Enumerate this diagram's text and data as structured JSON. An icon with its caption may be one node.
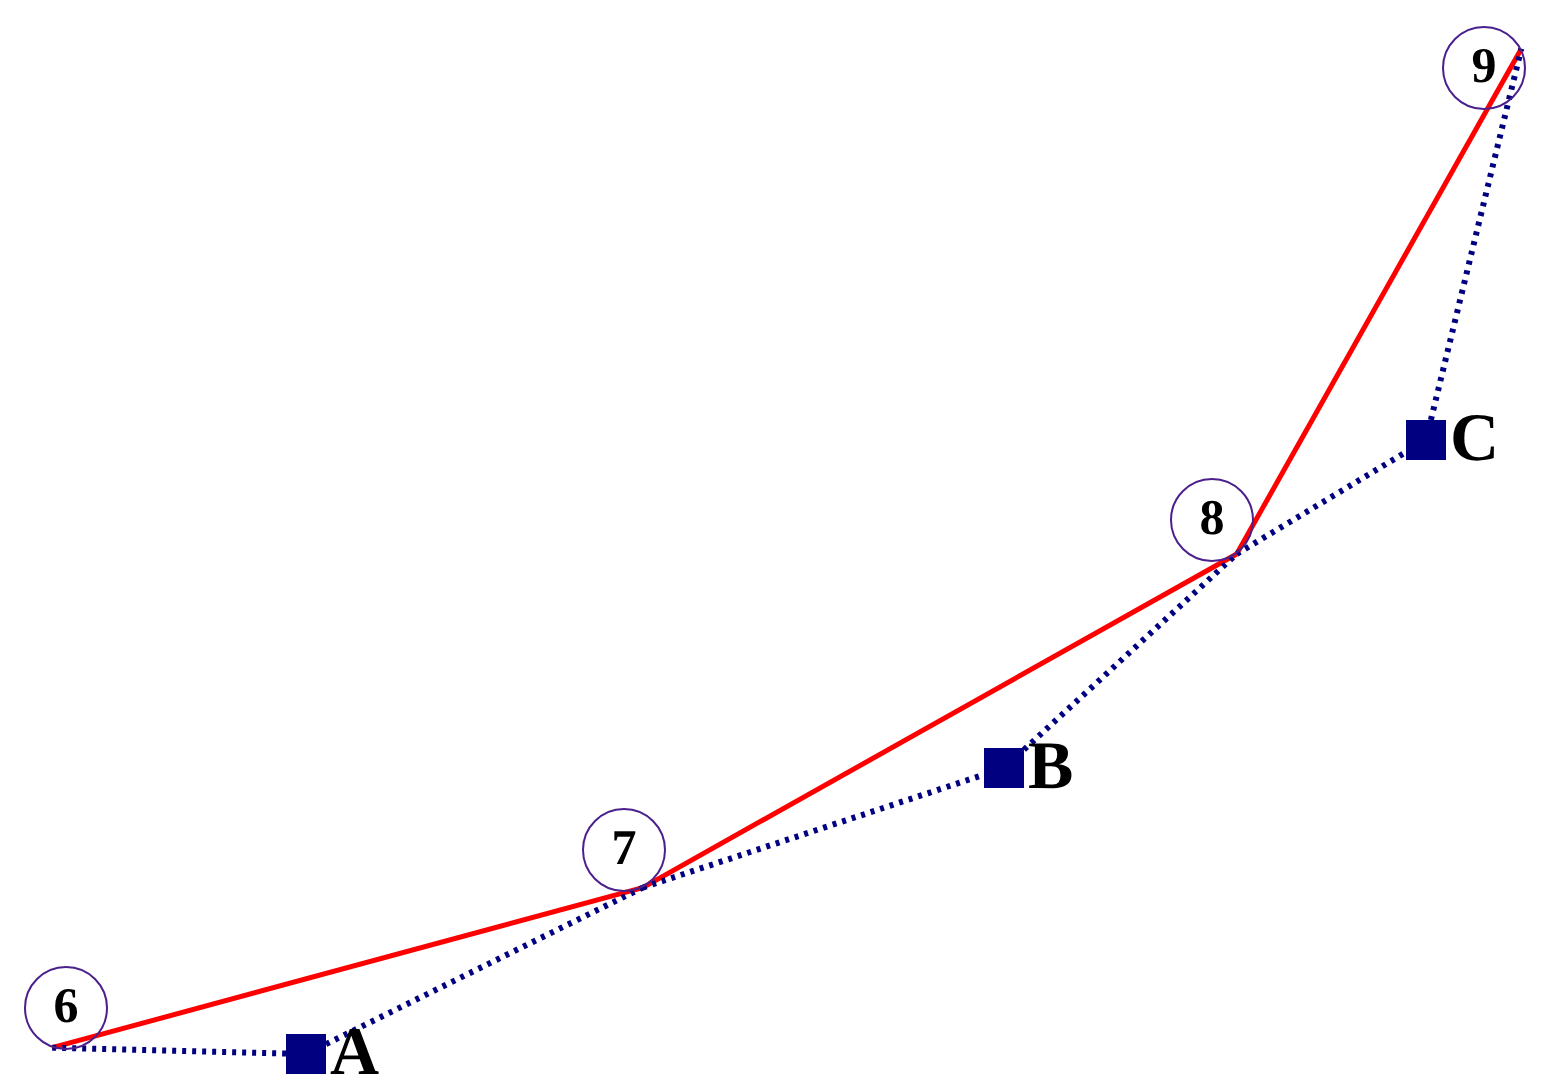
{
  "diagram": {
    "nodes": [
      {
        "text": [
          "6"
        ]
      },
      {
        "text": [
          "7"
        ]
      },
      {
        "text": [
          "8"
        ]
      },
      {
        "text": [
          "9"
        ]
      },
      {
        "text": [],
        "shape": "box",
        "beside": [
          "A"
        ]
      },
      {
        "text": [],
        "shape": "box",
        "beside": [
          "B"
        ]
      },
      {
        "text": [],
        "shape": "box",
        "beside": [
          "C"
        ]
      }
    ],
    "edges": [
      {
        "from": 0,
        "to": 1,
        "arrow": "none",
        "color": "#ff0000"
      },
      {
        "from": 1,
        "to": 2,
        "arrow": "none",
        "color": "#ff0000"
      },
      {
        "from": 2,
        "to": 3,
        "arrow": "none",
        "color": "#ff0000"
      },
      {
        "from": 0,
        "to": 4,
        "arrow": "none",
        "style": "dashed"
      },
      {
        "from": 4,
        "to": 1,
        "arrow": "none",
        "style": "dashed"
      },
      {
        "from": 1,
        "to": 5,
        "arrow": "none",
        "style": "dashed"
      },
      {
        "from": 5,
        "to": 2,
        "arrow": "none",
        "style": "dashed"
      },
      {
        "from": 2,
        "to": 6,
        "arrow": "none",
        "style": "dashed"
      },
      {
        "from": 6,
        "to": 3,
        "arrow": "none",
        "style": "dashed"
      }
    ]
  }
}
